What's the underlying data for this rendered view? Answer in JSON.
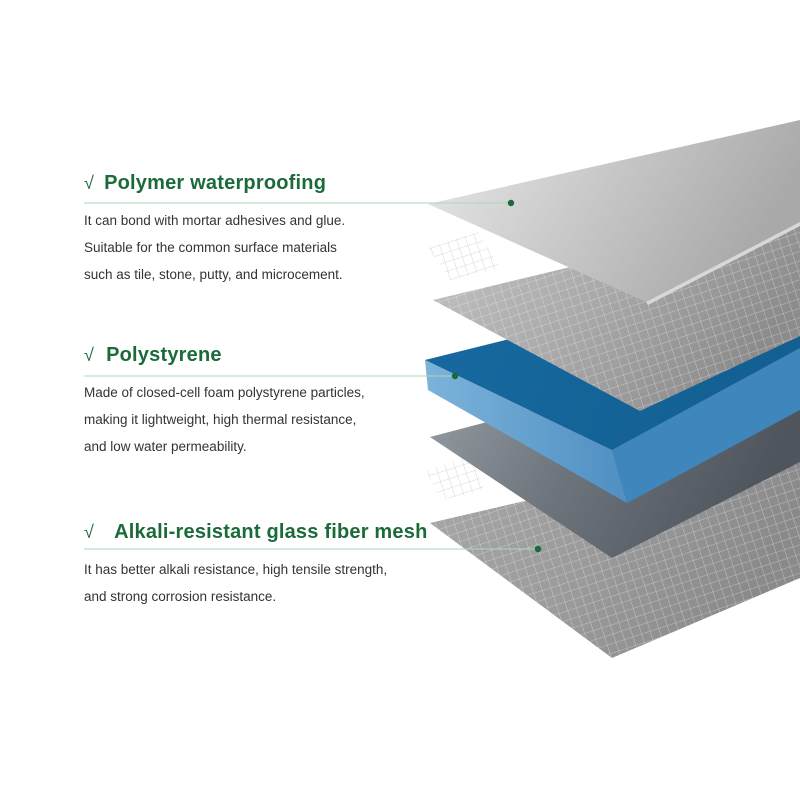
{
  "colors": {
    "accent_green": "#1b6b3a",
    "body_text": "#333333",
    "leader_line": "#a9d9b4",
    "polystyrene_blue": "#1a6ea3"
  },
  "sections": [
    {
      "check": "√",
      "title": "Polymer waterproofing",
      "lines": [
        "It can bond with mortar adhesives and glue.",
        "Suitable for the common surface materials",
        "such as tile, stone, putty, and microcement."
      ]
    },
    {
      "check": "√",
      "title": "Polystyrene",
      "lines": [
        "Made of closed-cell foam polystyrene particles,",
        "making it lightweight, high thermal resistance,",
        "and low water permeability."
      ]
    },
    {
      "check": "√",
      "title": "Alkali-resistant glass fiber mesh",
      "lines": [
        "It has better alkali resistance, high tensile strength,",
        "and strong corrosion resistance."
      ]
    }
  ]
}
